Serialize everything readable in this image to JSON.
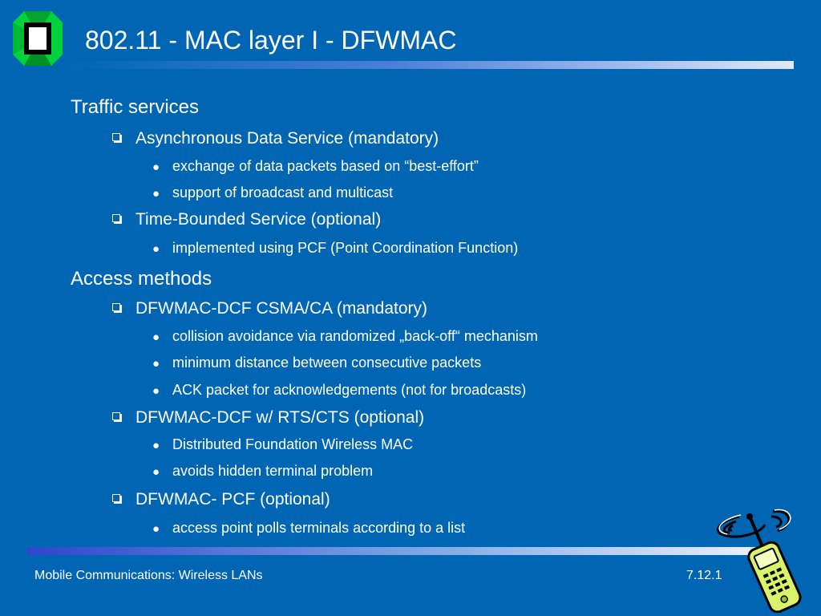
{
  "slide": {
    "title": "802.11 - MAC layer I - DFWMAC",
    "footer_left": "Mobile Communications: Wireless LANs",
    "footer_right": "7.12.1",
    "logo_icon": "university-logo-icon",
    "phone_icon": "mobile-phone-antenna-icon",
    "colors": {
      "background": "#0066b3",
      "logo": "#00d23c",
      "text": "#ffffff"
    }
  },
  "lines": [
    {
      "level": 1,
      "text": "Traffic services"
    },
    {
      "level": 2,
      "text": "Asynchronous Data Service (mandatory)"
    },
    {
      "level": 3,
      "text": "exchange of data packets based on “best-effort”"
    },
    {
      "level": 3,
      "text": "support of broadcast and multicast"
    },
    {
      "level": 2,
      "text": "Time-Bounded Service (optional)"
    },
    {
      "level": 3,
      "text": "implemented using PCF (Point Coordination Function)"
    },
    {
      "level": 1,
      "text": "Access methods"
    },
    {
      "level": 2,
      "text": "DFWMAC-DCF CSMA/CA (mandatory)"
    },
    {
      "level": 3,
      "text": "collision avoidance via randomized „back-off“ mechanism"
    },
    {
      "level": 3,
      "text": "minimum distance between consecutive packets"
    },
    {
      "level": 3,
      "text": "ACK packet for acknowledgements (not for broadcasts)"
    },
    {
      "level": 2,
      "text": "DFWMAC-DCF w/ RTS/CTS (optional)"
    },
    {
      "level": 3,
      "text": "Distributed Foundation Wireless MAC"
    },
    {
      "level": 3,
      "text": "avoids hidden terminal problem"
    },
    {
      "level": 2,
      "text": "DFWMAC- PCF (optional)"
    },
    {
      "level": 3,
      "text": "access point polls terminals according to a list"
    }
  ]
}
